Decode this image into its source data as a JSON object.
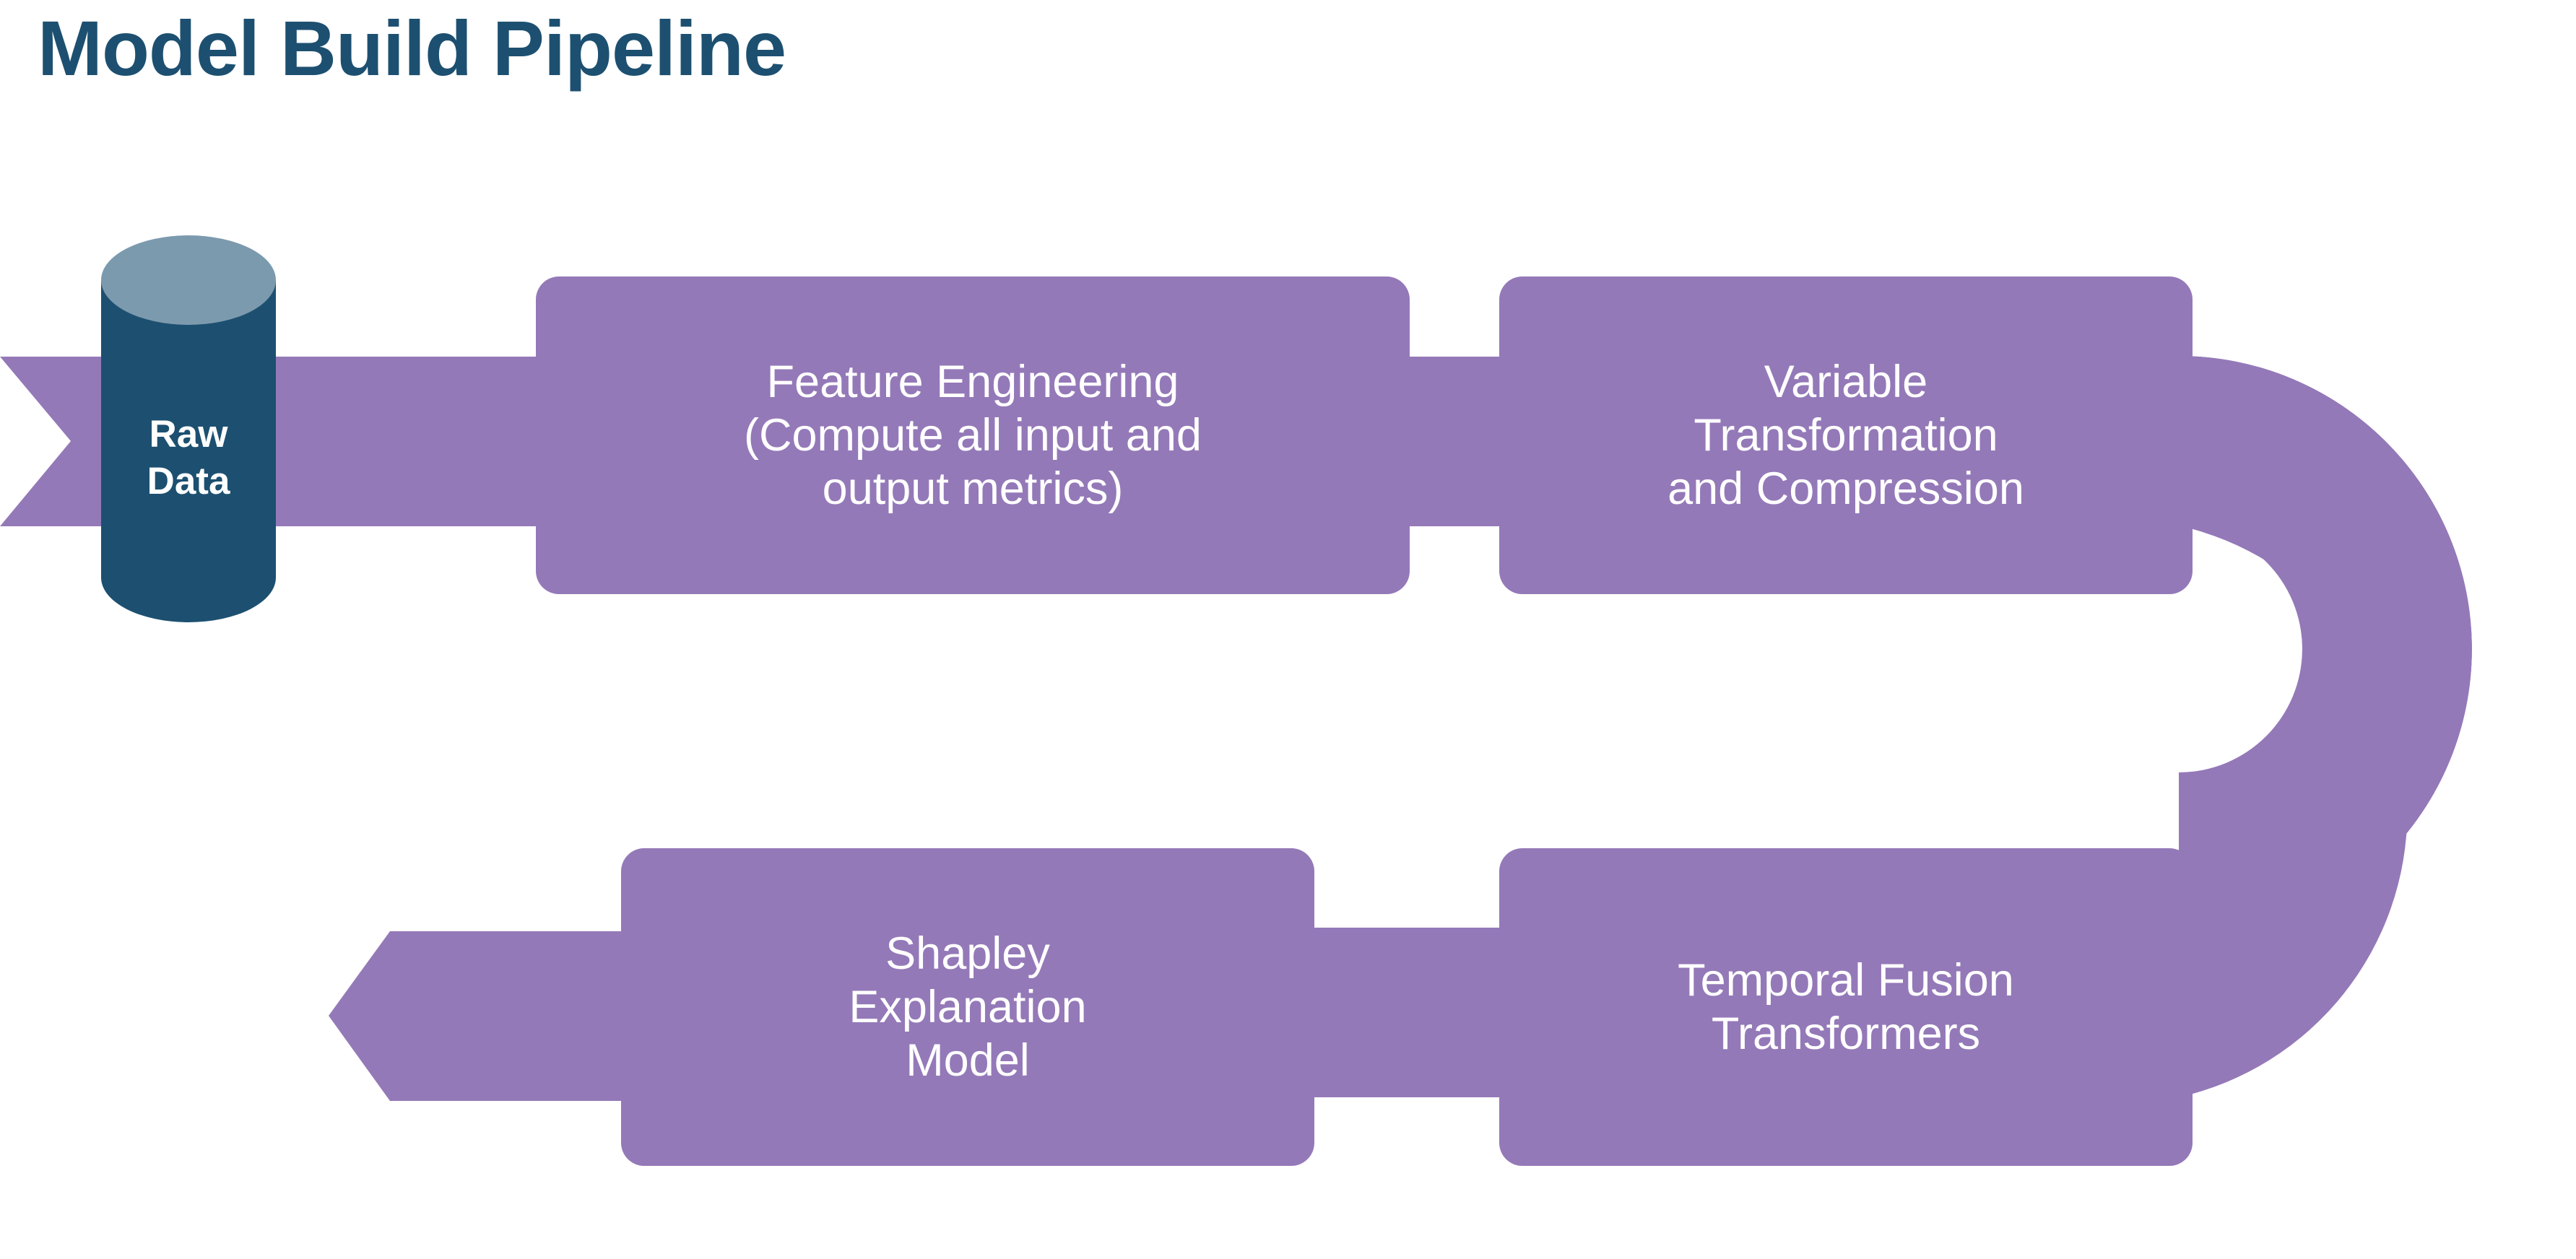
{
  "page": {
    "title": "Model Build Pipeline",
    "background": "#ffffff"
  },
  "colors": {
    "title_text": "#1D5070",
    "accent_purple": "#9479B8",
    "cylinder_body": "#1D5070",
    "cylinder_top": "#7C9AAE",
    "node_text": "#ffffff"
  },
  "diagram": {
    "type": "process-flow",
    "direction": "serpentine-left-to-right-then-right-to-left",
    "datastore": {
      "name": "raw-data-cylinder",
      "label": "Raw\nData",
      "shape": "cylinder"
    },
    "nodes": [
      {
        "id": "feature-engineering",
        "label": "Feature Engineering\n(Compute all input and\noutput metrics)",
        "row": "top",
        "order": 1
      },
      {
        "id": "variable-transformation",
        "label": "Variable\nTransformation\nand Compression",
        "row": "top",
        "order": 2
      },
      {
        "id": "temporal-fusion-transformers",
        "label": "Temporal Fusion\nTransformers",
        "row": "bottom",
        "order": 3
      },
      {
        "id": "shapley-explanation-model",
        "label": "Shapley\nExplanation\nModel",
        "row": "bottom",
        "order": 4
      }
    ],
    "connectors": [
      {
        "id": "inbound-ribbon-tail",
        "shape": "chevron-tail",
        "from": "input",
        "to": "raw-data-cylinder"
      },
      {
        "id": "band-rawdata-to-feature",
        "shape": "band",
        "from": "raw-data-cylinder",
        "to": "feature-engineering"
      },
      {
        "id": "band-feature-to-variable",
        "shape": "band",
        "from": "feature-engineering",
        "to": "variable-transformation"
      },
      {
        "id": "u-turn-arc",
        "shape": "arc-180",
        "from": "variable-transformation",
        "to": "temporal-fusion-transformers"
      },
      {
        "id": "band-tft-to-shapley",
        "shape": "band",
        "from": "temporal-fusion-transformers",
        "to": "shapley-explanation-model"
      },
      {
        "id": "outbound-arrowhead",
        "shape": "arrow-left",
        "from": "shapley-explanation-model",
        "to": "output"
      }
    ]
  }
}
